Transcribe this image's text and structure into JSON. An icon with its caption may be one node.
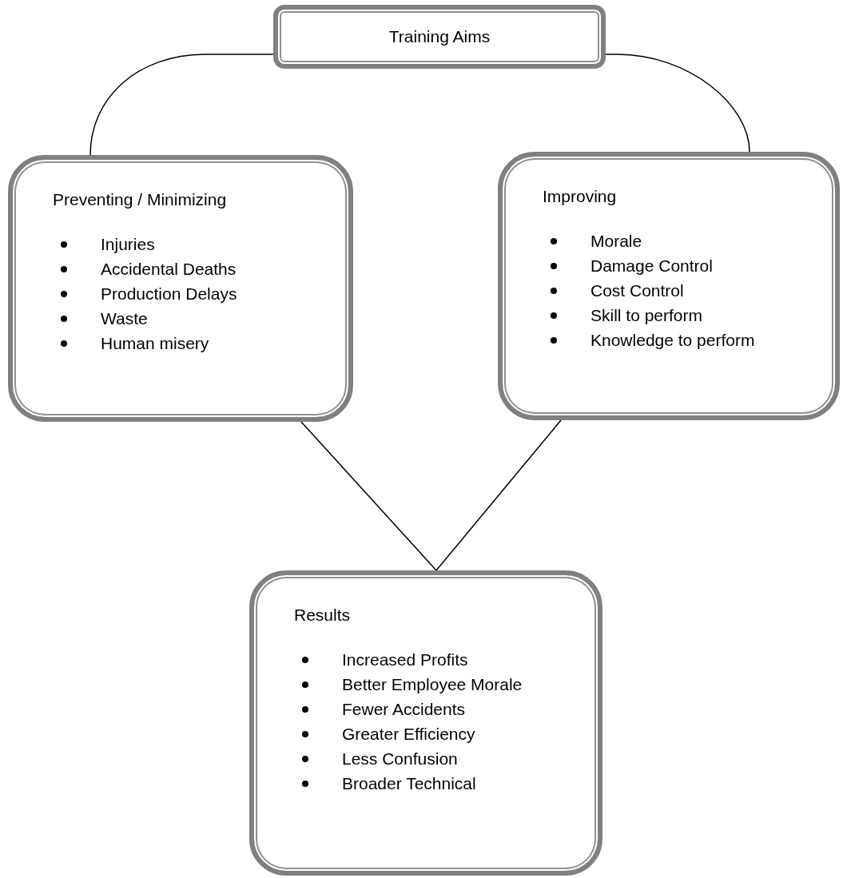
{
  "diagram": {
    "nodes": [
      {
        "text": [
          "Training Aims"
        ]
      },
      {
        "text": [
          "Preventing / Minimizing",
          "Injuries",
          "Accidental Deaths",
          "Production Delays",
          "Waste",
          "Human misery"
        ]
      },
      {
        "text": [
          "Improving",
          "Morale",
          "Damage Control",
          "Cost Control",
          "Skill to perform",
          "Knowledge to perform"
        ]
      },
      {
        "text": [
          "Results",
          "Increased Profits",
          "Better Employee Morale",
          "Fewer Accidents",
          "Greater Efficiency",
          "Less Confusion",
          "Broader Technical"
        ]
      }
    ],
    "edges": [
      {
        "from": 0,
        "to": 1,
        "arrow": "none"
      },
      {
        "from": 0,
        "to": 2,
        "arrow": "none"
      },
      {
        "from": 1,
        "to": 3,
        "arrow": "none"
      },
      {
        "from": 2,
        "to": 3,
        "arrow": "none"
      }
    ]
  }
}
